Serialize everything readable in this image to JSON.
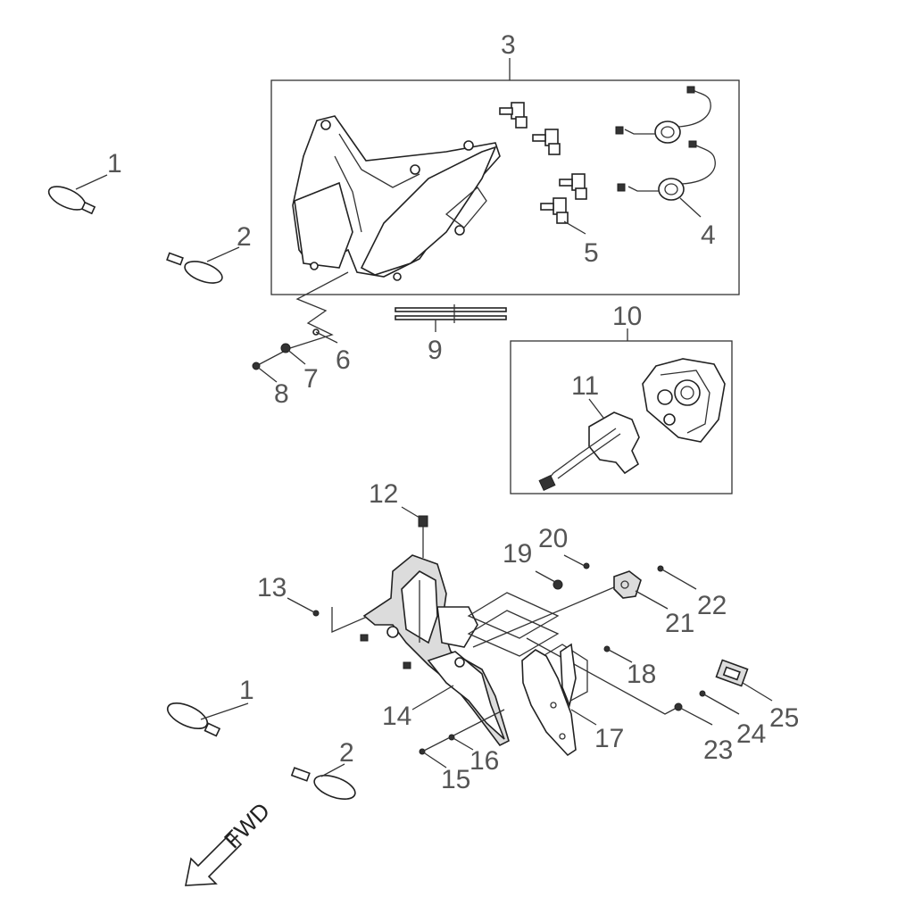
{
  "labels": {
    "l1a": "1",
    "l2a": "2",
    "l3": "3",
    "l4": "4",
    "l5": "5",
    "l6": "6",
    "l7": "7",
    "l8": "8",
    "l9": "9",
    "l10": "10",
    "l11": "11",
    "l12": "12",
    "l13": "13",
    "l14": "14",
    "l15": "15",
    "l16": "16",
    "l17": "17",
    "l18": "18",
    "l19": "19",
    "l20": "20",
    "l21": "21",
    "l22": "22",
    "l23": "23",
    "l24": "24",
    "l25": "25",
    "l1b": "1",
    "l2b": "2"
  },
  "direction_label": "FWD"
}
